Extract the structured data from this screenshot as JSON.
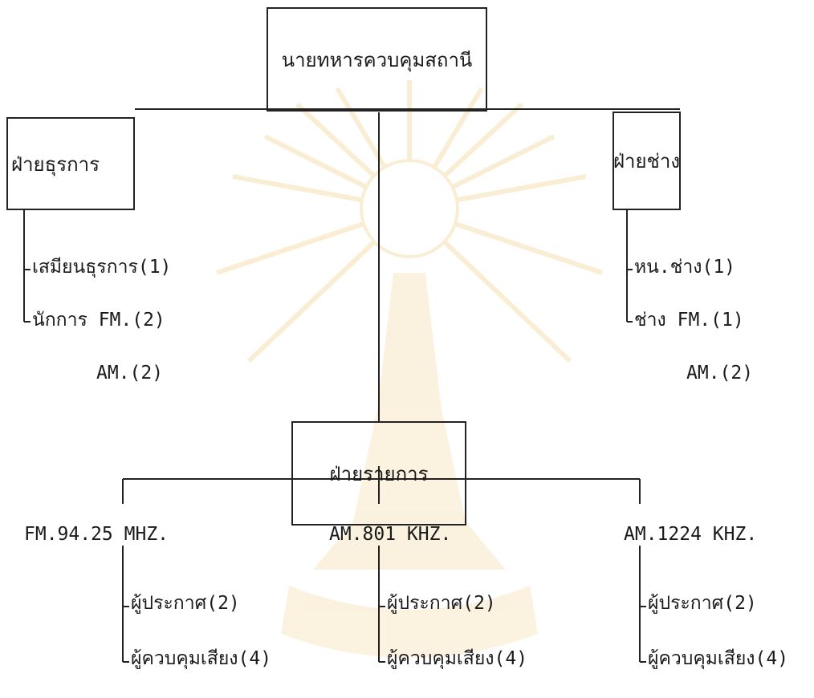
{
  "root": {
    "label": "นายทหารควบคุมสถานี"
  },
  "admin": {
    "label": "ฝ่ายธุรการ",
    "items": [
      "เสมียนธุรการ(1)",
      "นักการ FM.(2)",
      "AM.(2)"
    ]
  },
  "tech": {
    "label": "ฝ่ายช่าง",
    "items": [
      "หน.ช่าง(1)",
      "ช่าง FM.(1)",
      "AM.(2)"
    ]
  },
  "program": {
    "label": "ฝ่ายรายการ",
    "stations": [
      {
        "name": "FM.94.25 MHZ.",
        "items": [
          "ผู้ประกาศ(2)",
          "ผู้ควบคุมเสียง(4)"
        ]
      },
      {
        "name": "AM.801 KHZ.",
        "items": [
          "ผู้ประกาศ(2)",
          "ผู้ควบคุมเสียง(4)"
        ]
      },
      {
        "name": "AM.1224 KHZ.",
        "items": [
          "ผู้ประกาศ(2)",
          "ผู้ควบคุมเสียง(4)"
        ]
      }
    ]
  },
  "colors": {
    "ink": "#1a1a1a",
    "watermark": "#f3d9a0"
  }
}
